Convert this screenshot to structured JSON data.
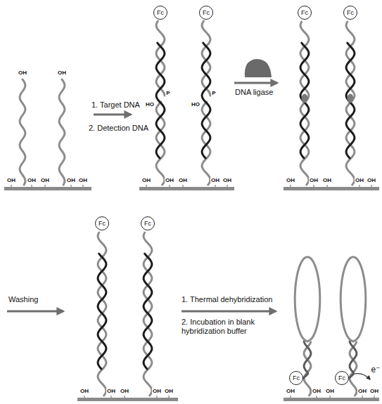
{
  "diagram": {
    "nodes": [
      {
        "text": [
          "Fc"
        ]
      },
      {
        "text": [
          "Fc"
        ]
      },
      {
        "text": [
          "Fc"
        ]
      },
      {
        "text": [
          "Fc"
        ]
      },
      {
        "text": [
          "Fc"
        ]
      },
      {
        "text": [
          "Fc"
        ]
      },
      {
        "text": [
          "Fc"
        ]
      },
      {
        "text": [
          "Fc"
        ]
      }
    ],
    "labels": [
      "1. Target DNA",
      "2. Detection DNA",
      "DNA ligase",
      "Washing",
      "1. Thermal dehybridization",
      "2. Incubation in blank hybridization buffer",
      "OH",
      "OH",
      "P",
      "HO",
      "P",
      "HO",
      "e⁻",
      "OH",
      "OH",
      "OH",
      "OH",
      "OH",
      "OH",
      "OH",
      "OH",
      "OH",
      "OH",
      "OH",
      "OH",
      "OH",
      "OH",
      "OH",
      "OH",
      "OH",
      "OH",
      "OH",
      "OH",
      "OH",
      "OH",
      "OH",
      "OH",
      "OH"
    ]
  }
}
